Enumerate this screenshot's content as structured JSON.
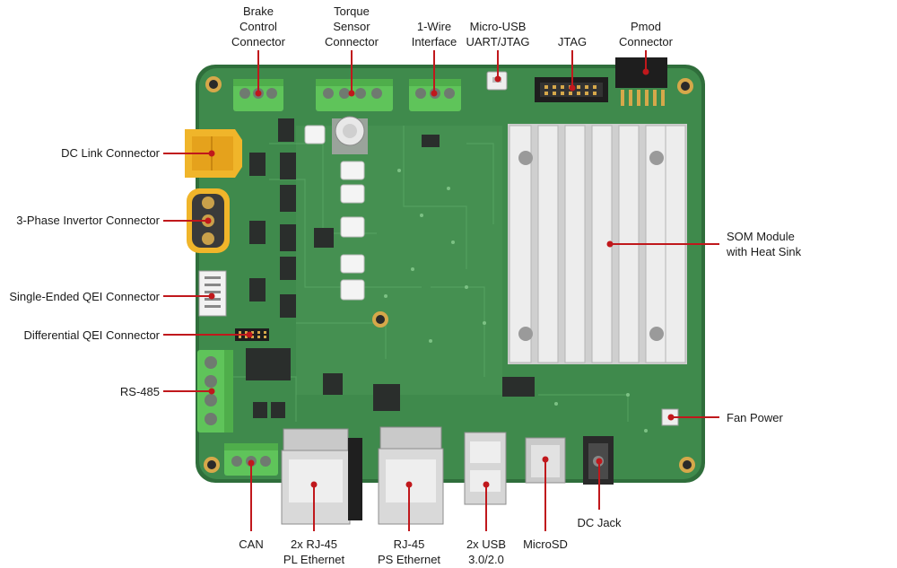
{
  "colors": {
    "board": "#3f8a4c",
    "board_light": "#4c9a57",
    "board_edge": "#2f6e3b",
    "leader": "#c0181c",
    "terminal_green": "#5fc45a",
    "connector_yellow": "#f0b52a",
    "heatsink": "#e4e4e4",
    "chip": "#2a2e2c",
    "hole_gold": "#d6a84a"
  },
  "labels": {
    "brake": "Brake\nControl\nConnector",
    "torque": "Torque\nSensor\nConnector",
    "onewire": "1-Wire\nInterface",
    "microusb": "Micro-USB\nUART/JTAG",
    "jtag": "JTAG",
    "pmod": "Pmod\nConnector",
    "dclink": "DC Link Connector",
    "threephase": "3-Phase Invertor Connector",
    "seqei": "Single-Ended QEI Connector",
    "diffqei": "Differential QEI Connector",
    "rs485": "RS-485",
    "som": "SOM Module\nwith Heat Sink",
    "fan": "Fan Power",
    "can": "CAN",
    "rj45pl": "2x RJ-45\nPL Ethernet",
    "rj45ps": "RJ-45\nPS Ethernet",
    "usb": "2x USB\n3.0/2.0",
    "microsd": "MicroSD",
    "dcjack": "DC Jack"
  }
}
